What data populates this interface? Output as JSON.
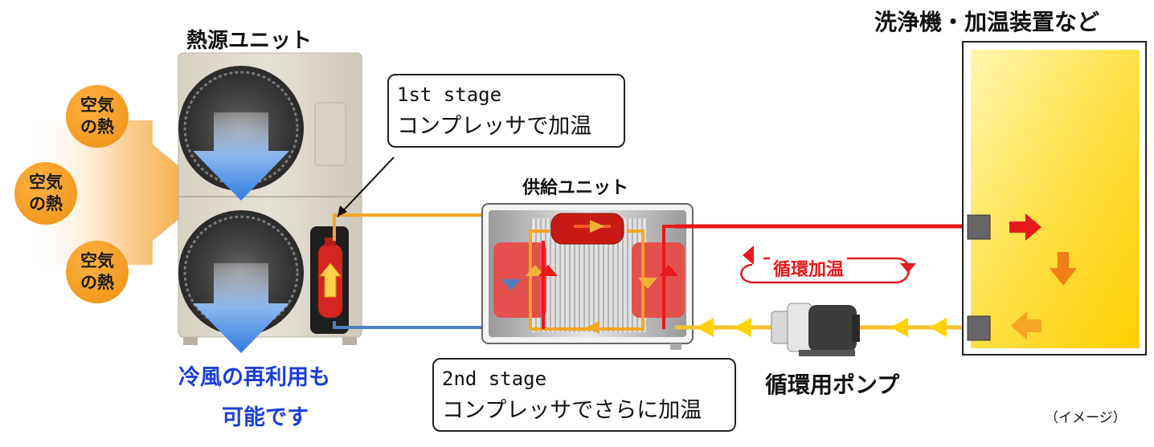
{
  "labels": {
    "heat_source_unit": "熱源ユニット",
    "supply_unit": "供給ユニット",
    "equipment": "洗浄機・加温装置など",
    "pump": "循環用ポンプ",
    "circulation": "循環加温",
    "image_note": "（イメージ）"
  },
  "air_heat": [
    {
      "line1": "空気",
      "line2": "の熱"
    },
    {
      "line1": "空気",
      "line2": "の熱"
    },
    {
      "line1": "空気",
      "line2": "の熱"
    }
  ],
  "stage1": {
    "title": "1st stage",
    "text": "コンプレッサで加温"
  },
  "stage2": {
    "title": "2nd stage",
    "text": "コンプレッサでさらに加温"
  },
  "cold_air": {
    "line1": "冷風の再利用も",
    "line2": "可能です"
  },
  "colors": {
    "hot": "#e8191b",
    "warm": "#f5a623",
    "cool": "#4f7fc0",
    "tank": "#ffd200",
    "arrow_blue": "#3b86e0"
  }
}
